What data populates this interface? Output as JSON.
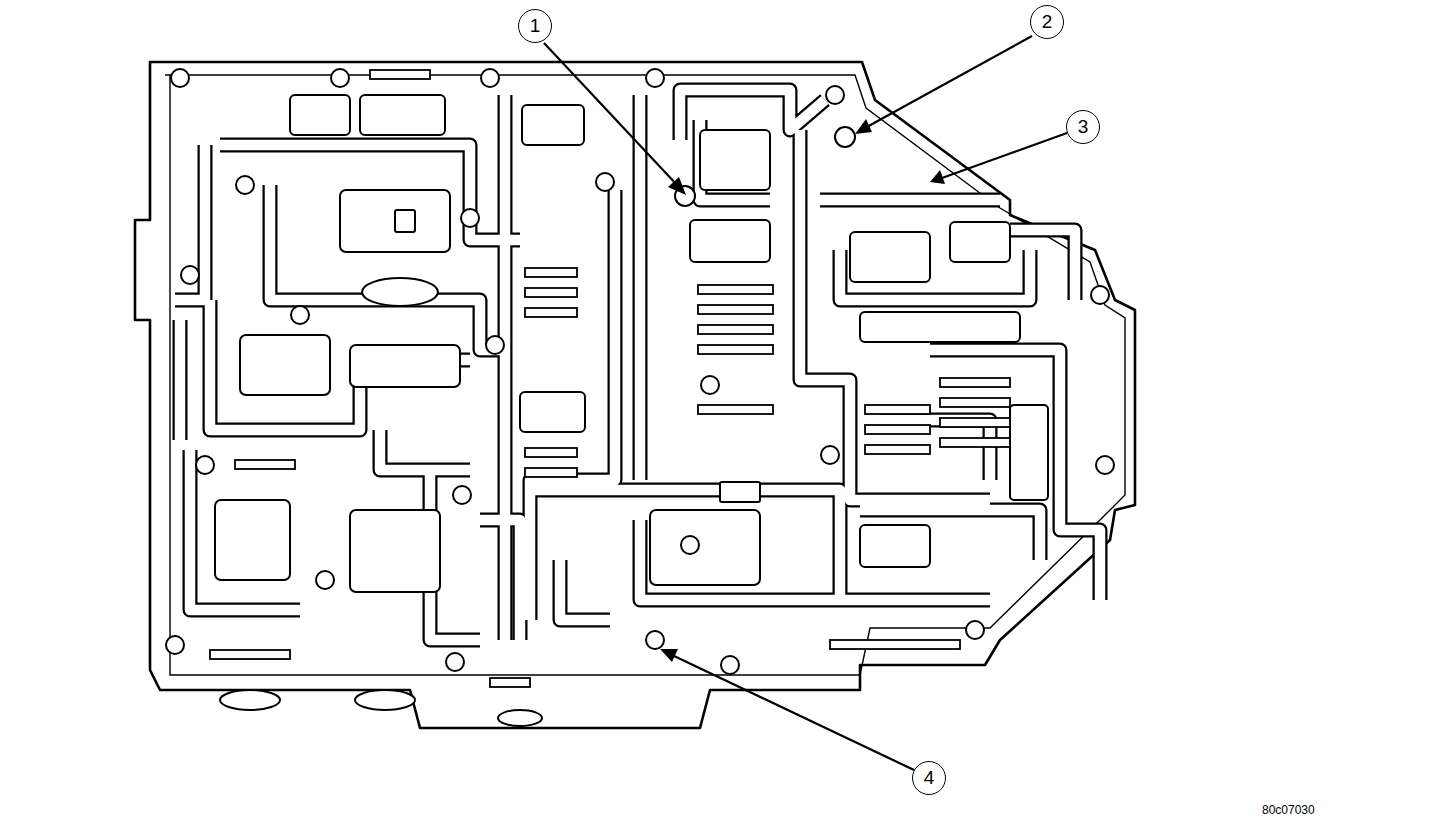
{
  "diagram": {
    "labels": [
      "1",
      "2",
      "3",
      "4",
      "80c07030"
    ]
  }
}
